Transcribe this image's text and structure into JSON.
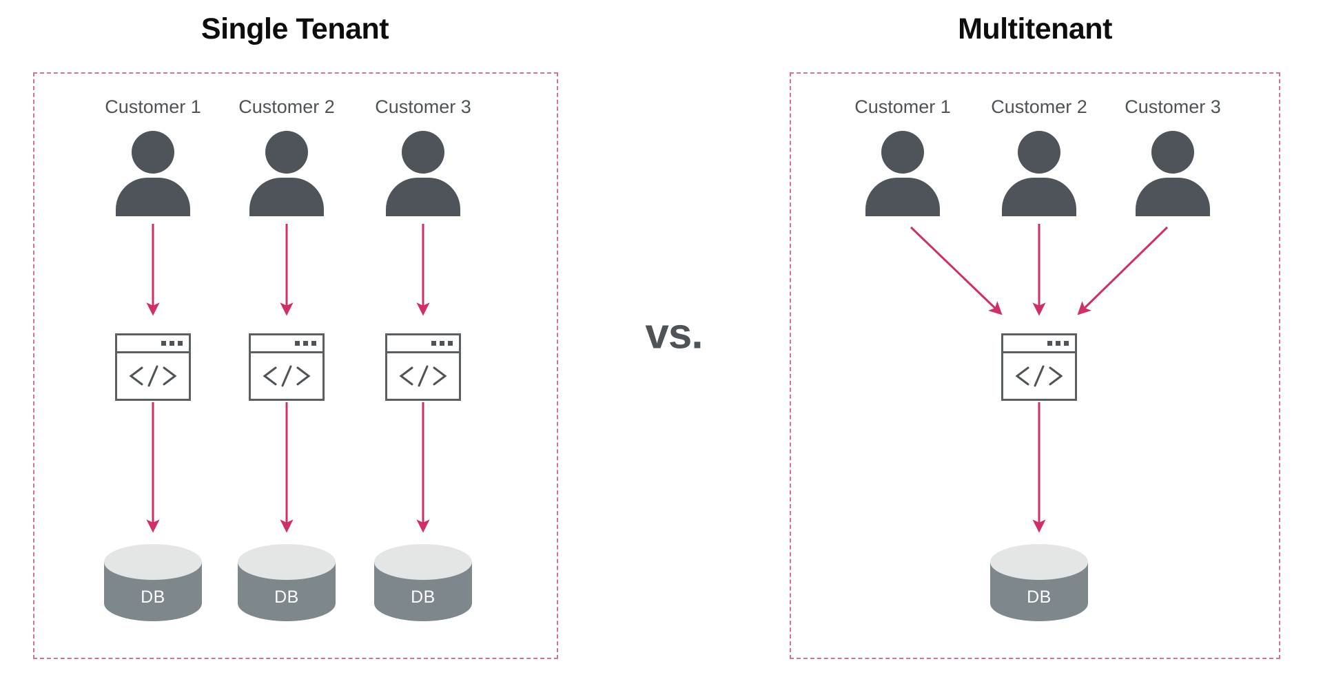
{
  "diagram": {
    "comparison_label": "vs.",
    "accent_arrow_color": "#cf2f63",
    "dashed_border_color": "#d1748f",
    "icon_color": "#4e5459",
    "db_body_color": "#7d878c",
    "db_top_color": "#e4e6e5",
    "title_color": "#0d0d0d"
  },
  "panels": [
    {
      "title": "Single Tenant",
      "customers": [
        {
          "label": "Customer 1"
        },
        {
          "label": "Customer 2"
        },
        {
          "label": "Customer 3"
        }
      ],
      "apps": [
        {
          "icon": "code-window-icon",
          "glyph": "</>"
        },
        {
          "icon": "code-window-icon",
          "glyph": "</>"
        },
        {
          "icon": "code-window-icon",
          "glyph": "</>"
        }
      ],
      "databases": [
        {
          "label": "DB"
        },
        {
          "label": "DB"
        },
        {
          "label": "DB"
        }
      ]
    },
    {
      "title": "Multitenant",
      "customers": [
        {
          "label": "Customer 1"
        },
        {
          "label": "Customer 2"
        },
        {
          "label": "Customer 3"
        }
      ],
      "apps": [
        {
          "icon": "code-window-icon",
          "glyph": "</>"
        }
      ],
      "databases": [
        {
          "label": "DB"
        }
      ]
    }
  ]
}
